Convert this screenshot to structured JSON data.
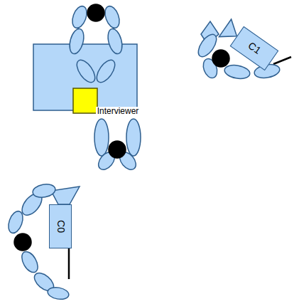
{
  "diagram": {
    "nodes": [
      {
        "text": [
          "C1"
        ]
      },
      {
        "text": [
          "C0"
        ]
      }
    ],
    "labels": [
      "Interviewer"
    ]
  }
}
